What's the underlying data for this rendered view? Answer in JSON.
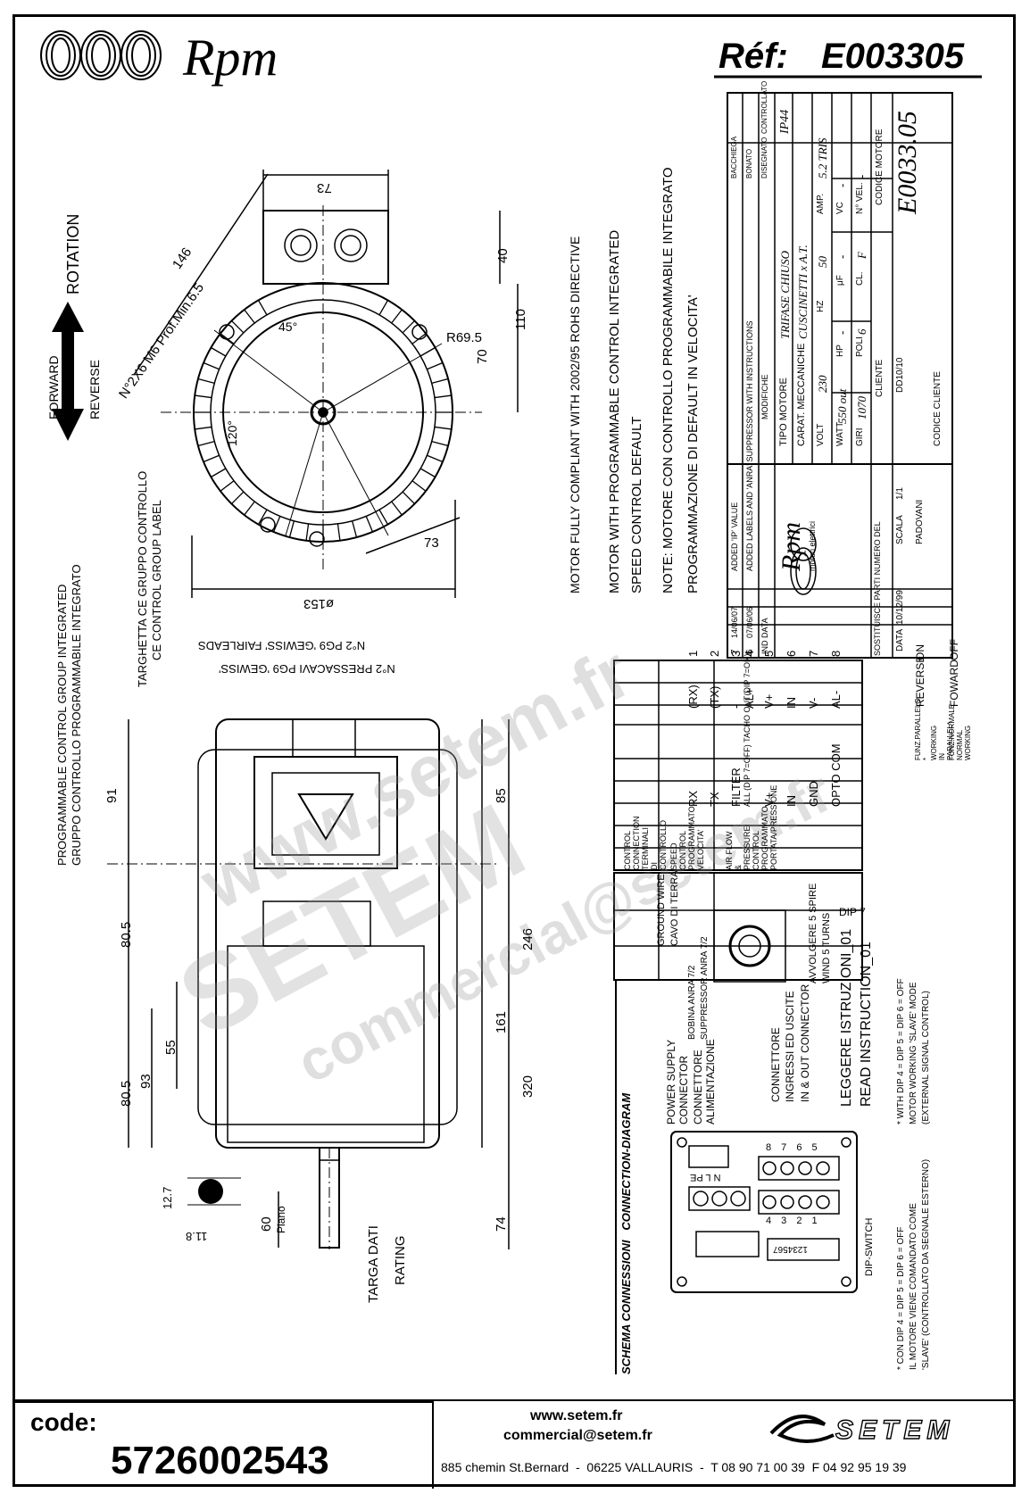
{
  "header": {
    "brand": "Rpm",
    "reference_label": "Réf:",
    "reference_value": "E003305"
  },
  "rotation": {
    "rotation_label": "ROTATION",
    "forward_label": "FORWARD",
    "reverse_label": "REVERSE"
  },
  "front_view": {
    "dim_146": "146",
    "dim_73_top": "73",
    "dim_40": "40",
    "dim_110": "110",
    "dim_70": "70",
    "dim_r695": "R69.5",
    "angle_45": "45°",
    "angle_120": "120°",
    "holes_note": "N°2X6 M6 Prof.Min.6.5",
    "dim_73_side": "73",
    "dim_153": "ø153"
  },
  "side_view": {
    "fairleads_en": "N°2 PG9 'GEWISS' FAIRLEADS",
    "fairleads_it": "N°2 PRESSACAVI PG9 'GEWISS'",
    "ce_label_it": "TARGHETTA CE GRUPPO CONTROLLO",
    "ce_label_en": "CE CONTROL GROUP LABEL",
    "pcg_en": "PROGRAMMABLE CONTROL GROUP INTEGRATED",
    "pcg_it": "GRUPPO CONTROLLO PROGRAMMABILE INTEGRATO",
    "dim_91": "91",
    "dim_85": "85",
    "dim_80_5_top": "80.5",
    "dim_246": "246",
    "dim_320": "320",
    "dim_55": "55",
    "dim_93": "93",
    "dim_161": "161",
    "dim_80_5_bot": "80.5",
    "dim_74": "74",
    "dim_60": "60",
    "plano": "Piano",
    "targa": "TARGA DATI",
    "rating": "RATING",
    "dim_12_7": "12.7",
    "dim_11_8": "11.8"
  },
  "notes": {
    "rohs": "MOTOR FULLY COMPLIANT WITH 2002/95 ROHS DIRECTIVE",
    "pc_en": "MOTOR WITH PROGRAMMABLE CONTROL INTEGRATED",
    "speed_default": "SPEED CONTROL DEFAULT",
    "note_it": "NOTE: MOTORE CON CONTROLLO PROGRAMMABILE INTEGRATO",
    "note_it2": "PROGRAMMAZIONE DI DEFAULT IN VELOCITA'"
  },
  "terminal_table": {
    "headers": [
      "CONTROL CONNECTION TERMINALI DI CONTROLLO",
      "SPEED CONTROL PROGRAMMATO VELOCITA'",
      "AIR FLOW & PRESSURE CONTROL PROGRAMMATO PORTATA/PRESSIONE"
    ],
    "rows": [
      [
        "1",
        "(RX)",
        "RX"
      ],
      [
        "2",
        "(TX)",
        "TX"
      ],
      [
        "3",
        "-",
        "FILTER"
      ],
      [
        "4",
        "AL+",
        "ALL (DIP 7=OFF) TACHO OUT(DIP 7=ON)"
      ],
      [
        "5",
        "V+",
        "V+"
      ],
      [
        "6",
        "IN",
        "IN"
      ],
      [
        "7",
        "V-",
        "GND"
      ],
      [
        "8",
        "AL-",
        "OPTO COM"
      ]
    ]
  },
  "dip_table": {
    "headers": [
      "DIP 7",
      "SPEED CONTROL PROGRAMMATO VELOCITA'",
      "AIR FLOW & PRESSURE CONTROL PROGRAMMATO PORTATA/PRESSIONE"
    ],
    "rows": [
      [
        "ON",
        "REVERSE",
        "FUNZ.PARALLELO * WORKING IN PARALLEL*"
      ],
      [
        "OFF",
        "FOWARD",
        "FUNZ.NORMALE NORMAL WORKING"
      ]
    ]
  },
  "diagram": {
    "title_it": "SCHEMA CONNESSIONI",
    "title_en": "CONNECTION-DIAGRAM",
    "ground_en": "GROUND WIRE",
    "ground_it": "CAVO DI TERRA",
    "bobina": "BOBINA ANRA 7/2",
    "suppressor": "SUPPRESSOR ANRA 7/2",
    "power_en": "POWER SUPPLY CONNECTOR",
    "power_it": "CONNETTORE ALIMENTAZIONE",
    "conn_it": "CONNETTORE",
    "io_it": "INGRESSI ED USCITE",
    "io_en": "IN & OUT CONNECTOR",
    "wind_it": "AVVOLGERE 5 SPIRE",
    "wind_en": "WIND 5 TURNS",
    "read_it": "LEGGERE ISTRUZIONI_01",
    "read_en": "READ INSTRUCTION_01",
    "dip_note_en1": "* WITH DIP 4 = DIP 5 = DIP 6 = OFF",
    "dip_note_en2": "MOTOR WORKING 'SLAVE' MODE",
    "dip_note_en3": "(EXTERNAL SIGNAL CONTROL)",
    "dip_note_it1": "* CON DIP 4 = DIP 5 = DIP 6 = OFF",
    "dip_note_it2": "IL MOTORE VIENE COMANDATO COME",
    "dip_note_it3": "'SLAVE' (CONTROLLATO DA SEGNALE ESTERNO)",
    "dip_switch": "DIP-SWITCH",
    "pe_l_n": "N L PE",
    "pins_top": "8 7 6 5",
    "pins_bot": "4 3 2 1",
    "dip_numbers": "1234567"
  },
  "title_block": {
    "rev1_no": "7",
    "rev1_date": "14/06/07",
    "rev1_desc": "ADDED 'IP' VALUE",
    "rev2_no": "6",
    "rev2_date": "07/06/06",
    "rev2_desc": "ADDED LABELS AND 'ANRA' SUPPRESSOR WITH INSTRUCTIONS",
    "rev_hdr_no": "IND",
    "rev_hdr_date": "DATA",
    "rev_hdr_desc": "MODIFICHE",
    "bacchiega": "BACCHIEGA",
    "bonato": "BONATO",
    "disegnato": "DISEGNATO",
    "controllato": "CONTROLLATO",
    "brand_small": "Rpm",
    "brand_sub": "motori elettrici",
    "tipo_label": "TIPO MOTORE",
    "tipo_value": "TRIFASE CHIUSO",
    "ip": "IP44",
    "carat_label": "CARAT. MECCANICHE",
    "carat_value": "CUSCINETTI x A.T.",
    "volt_label": "VOLT",
    "volt_value": "230",
    "hz_label": "HZ",
    "hz_value": "50",
    "amp_label": "AMP.",
    "amp_value": "5.2 TRIS",
    "watt_label": "WATT",
    "watt_value": "550 out",
    "hp_label": "HP",
    "hp_value": "-",
    "uf_label": "μF",
    "uf_value": "-",
    "vc_label": "VC",
    "vc_value": "-",
    "giri_label": "GIRI",
    "giri_value": "1070",
    "poli_label": "POLI",
    "poli_value": "6",
    "cl_label": "CL.",
    "cl_value": "F",
    "nvel_label": "N° VEL.",
    "nvel_value": "-",
    "sostituisce": "SOSTITUISCE PARTI NUMERO DEL",
    "data_label": "DATA",
    "data_value": "10/12/99",
    "scala_label": "SCALA",
    "scala_value": "1/1",
    "cliente_label": "CLIENTE",
    "cliente_value": "DD10/10",
    "codice_motore_label": "CODICE MOTORE",
    "codice_motore_value": "E0033.05",
    "disegnato_name": "PADOVANI",
    "codice_cliente": "CODICE CLIENTE"
  },
  "watermark": {
    "line1": "www.setem.fr",
    "line2": "SETEM",
    "line3": "commercial@setem.fr"
  },
  "footer": {
    "code_label": "code:",
    "code_value": "5726002543",
    "website": "www.setem.fr",
    "email": "commercial@setem.fr",
    "address": "885 chemin St.Bernard  -  06225 VALLAURIS  -  T 08 90 71 00 39  F 04 92 95 19 39",
    "brand": "SETEM"
  }
}
